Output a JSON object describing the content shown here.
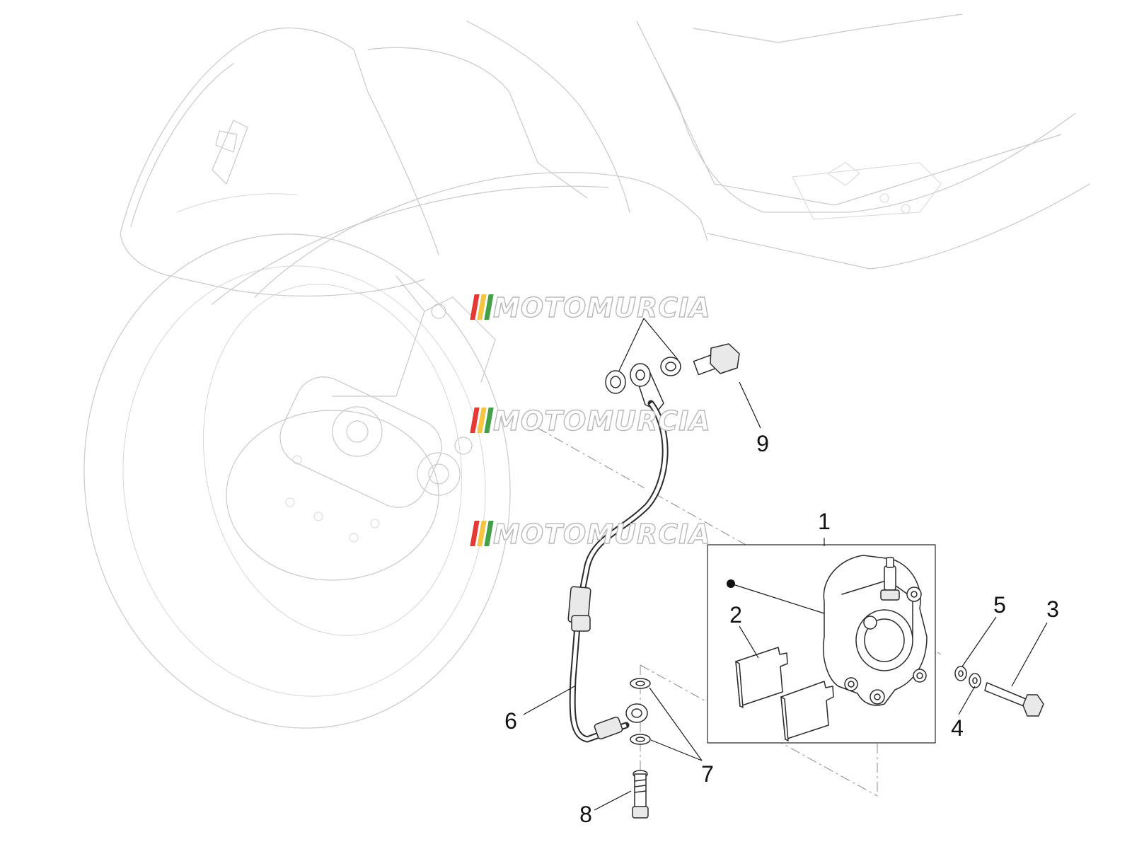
{
  "diagram": {
    "callouts": [
      {
        "id": "1",
        "label": "1"
      },
      {
        "id": "2",
        "label": "2"
      },
      {
        "id": "3",
        "label": "3"
      },
      {
        "id": "4",
        "label": "4"
      },
      {
        "id": "5",
        "label": "5"
      },
      {
        "id": "6",
        "label": "6"
      },
      {
        "id": "7",
        "label": "7"
      },
      {
        "id": "8",
        "label": "8"
      },
      {
        "id": "9",
        "label": "9"
      }
    ],
    "watermark": {
      "text": "MOTOMURCIA",
      "stripe_colors": [
        "#e53935",
        "#f4c542",
        "#43a047"
      ]
    },
    "colors": {
      "part_stroke": "#2a2a2a",
      "ghost_stroke": "#c9c9c9"
    }
  }
}
